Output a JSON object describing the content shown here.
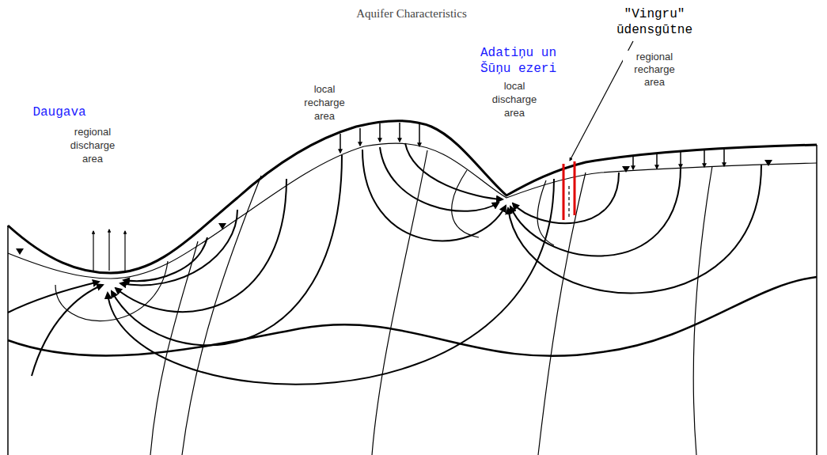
{
  "diagram": {
    "title": "Aquifer Characteristics",
    "labels": [
      "Daugava",
      "regional discharge area",
      "local recharge area",
      "Adatiņu un Šūņu ezeri",
      "local discharge area",
      "\"Vingru\" ūdensgūtne",
      "regional recharge area"
    ]
  }
}
